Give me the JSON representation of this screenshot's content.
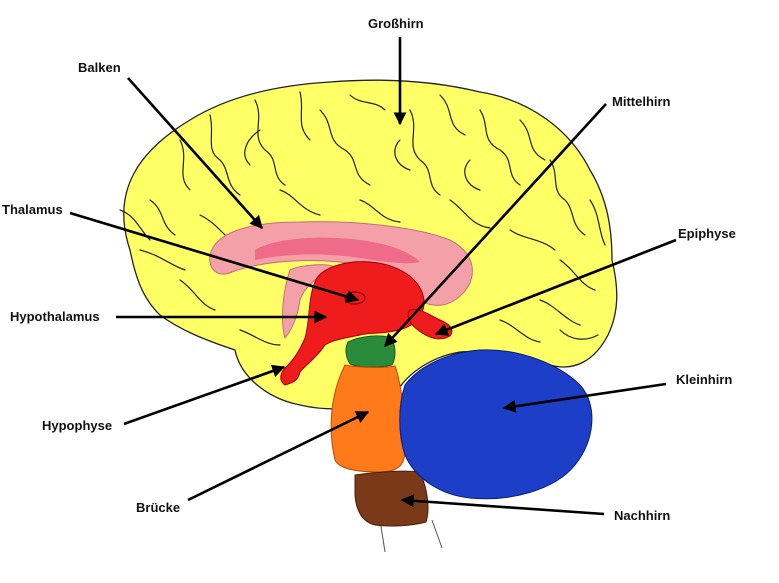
{
  "diagram": {
    "labels": {
      "grosshirn": "Großhirn",
      "balken": "Balken",
      "mittelhirn": "Mittelhirn",
      "thalamus": "Thalamus",
      "epiphyse": "Epiphyse",
      "hypothalamus": "Hypothalamus",
      "kleinhirn": "Kleinhirn",
      "hypophyse": "Hypophyse",
      "bruecke": "Brücke",
      "nachhirn": "Nachhirn"
    },
    "colors": {
      "grosshirn": "#ffff66",
      "balken": "#f4a0a8",
      "balken_inner": "#f06b8a",
      "thalamus": "#ee1c1c",
      "mittelhirn": "#2a8c3a",
      "bruecke": "#ff7a1a",
      "kleinhirn": "#1d3fc8",
      "nachhirn": "#7a3a1a",
      "outline": "#222222",
      "arrow": "#000000"
    }
  }
}
